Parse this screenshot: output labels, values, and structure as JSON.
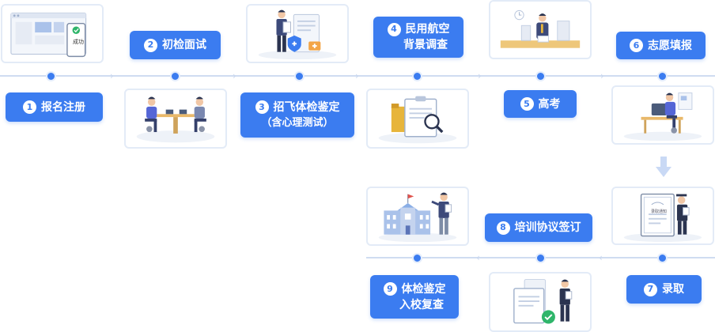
{
  "steps": [
    {
      "num": "1",
      "title": "报名注册"
    },
    {
      "num": "2",
      "title": "初检面试"
    },
    {
      "num": "3",
      "title": "招飞体检鉴定",
      "subtitle": "（含心理测试）"
    },
    {
      "num": "4",
      "title": "民用航空",
      "subtitle": "背景调查"
    },
    {
      "num": "5",
      "title": "高考"
    },
    {
      "num": "6",
      "title": "志愿填报"
    },
    {
      "num": "7",
      "title": "录取"
    },
    {
      "num": "8",
      "title": "培训协议签订"
    },
    {
      "num": "9",
      "title": "体检鉴定",
      "subtitle": "入校复查"
    }
  ],
  "illustrations": {
    "register_badge": "成功",
    "admission_doc": "录取通知"
  },
  "colors": {
    "accent": "#3b7cf0",
    "card_border": "#e3ebf7",
    "timeline": "#cfdcf1"
  }
}
